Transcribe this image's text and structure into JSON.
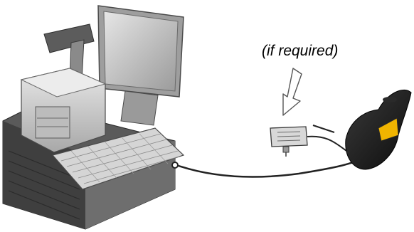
{
  "annotation": {
    "text": "(if required)"
  },
  "components": {
    "pos_terminal": "pos-terminal",
    "power_adapter": "power-adapter",
    "cradle": "scanner-cradle",
    "cable": "connection-cable",
    "arrow": "down-arrow-icon"
  },
  "colors": {
    "device_light": "#d9d9d9",
    "device_mid": "#bdbdbd",
    "device_dark": "#7a7a7a",
    "cradle_body": "#1f1f1f",
    "cradle_accent": "#f0b400",
    "text": "#000000"
  }
}
